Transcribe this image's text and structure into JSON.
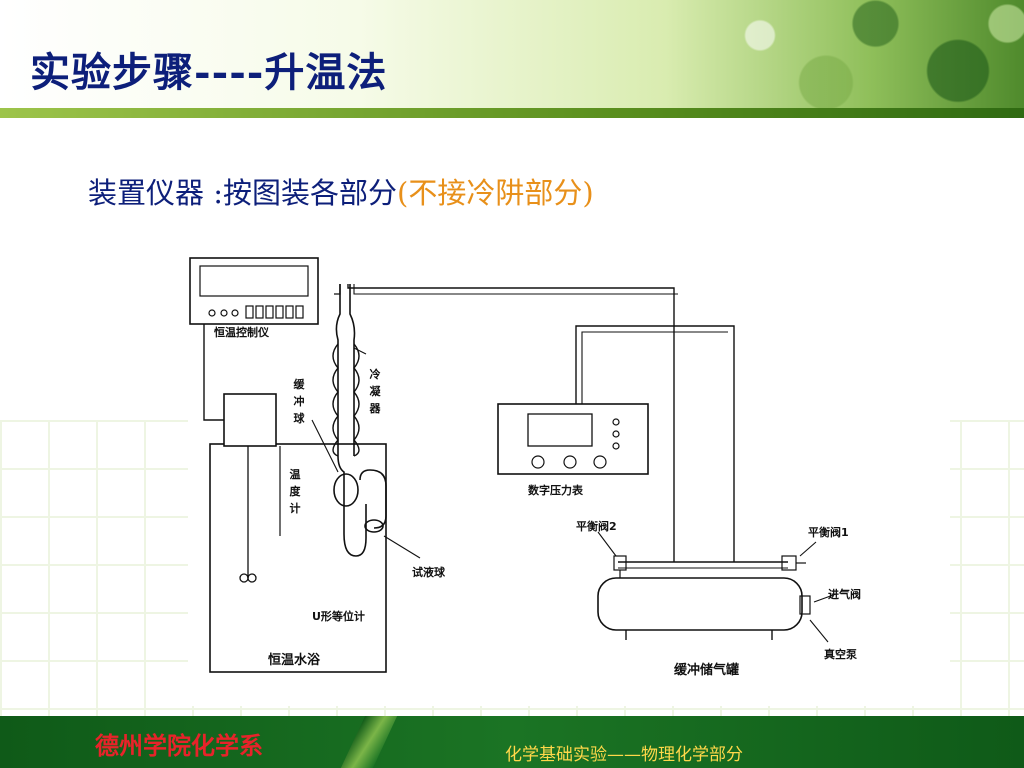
{
  "slide": {
    "title": "实验步骤----升温法",
    "subtitle_main": "装置仪器 :按图装各部分",
    "subtitle_note": "(不接冷阱部分)"
  },
  "diagram": {
    "labels": {
      "thermostat_controller": "恒温控制仪",
      "buffer_bulb": "缓冲球",
      "condenser": "冷凝器",
      "thermometer": "温度计",
      "test_bulb": "试液球",
      "u_manometer": "U形等位计",
      "water_bath": "恒温水浴",
      "pressure_gauge": "数字压力表",
      "balance_valve_2": "平衡阀2",
      "balance_valve_1": "平衡阀1",
      "inlet_valve": "进气阀",
      "vacuum_pump": "真空泵",
      "buffer_tank": "缓冲储气罐"
    }
  },
  "footer": {
    "left": "德州学院化学系",
    "right": "化学基础实验——物理化学部分"
  }
}
